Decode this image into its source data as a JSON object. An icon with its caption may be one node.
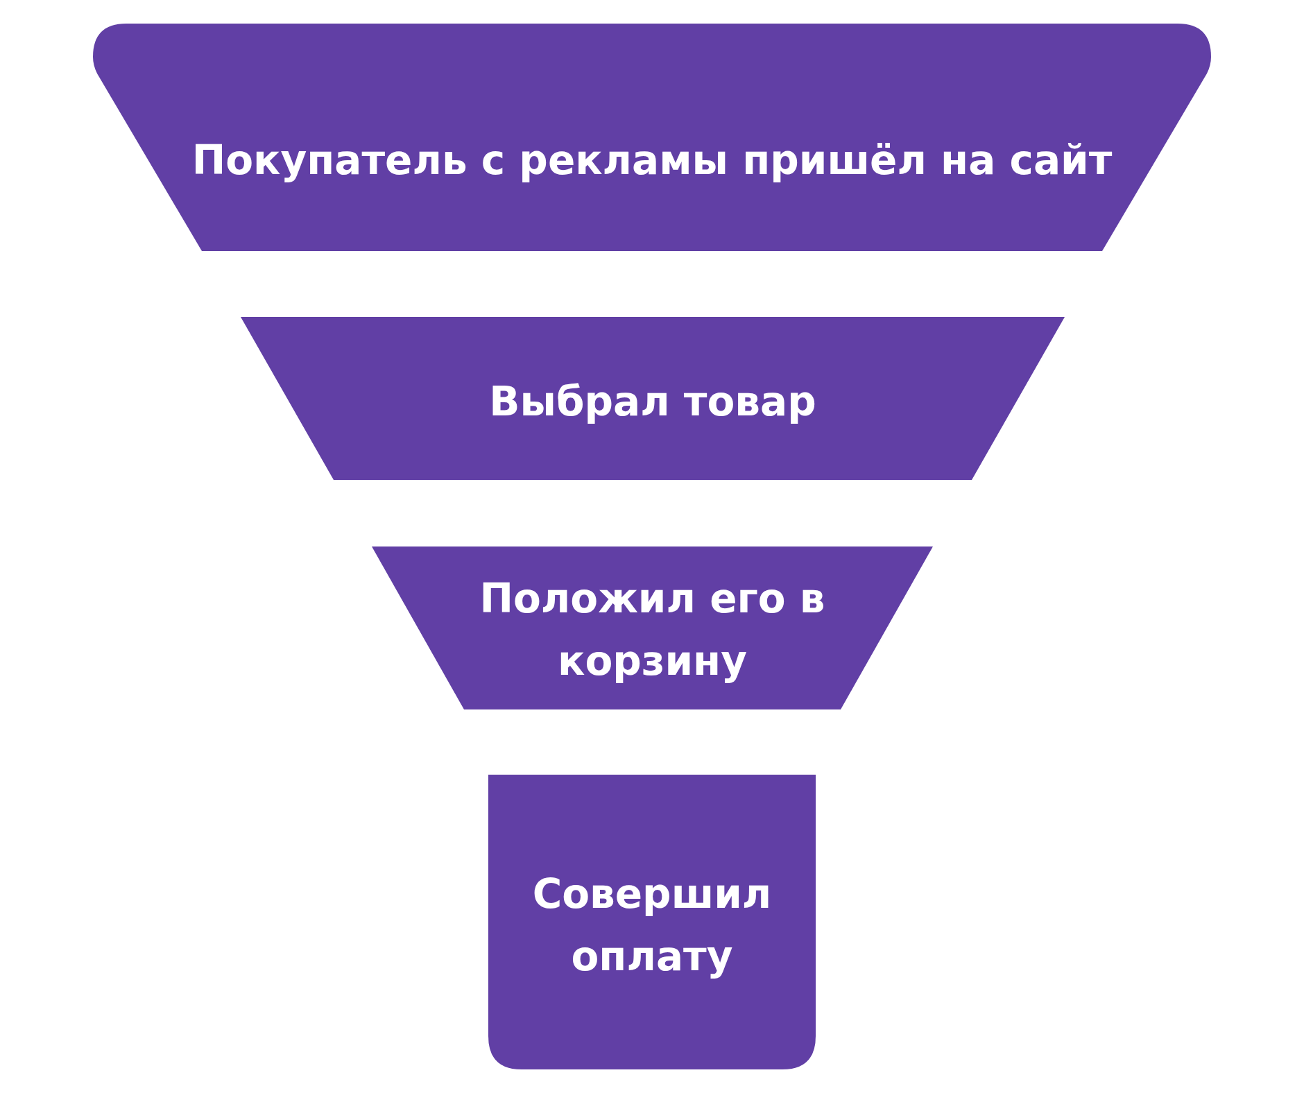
{
  "diagram": {
    "nodes": [
      {
        "text": [
          "Покупатель с рекламы пришёл на сайт"
        ]
      },
      {
        "text": [
          "Выбрал товар"
        ]
      },
      {
        "text": [
          "Положил его в корзину"
        ]
      },
      {
        "text": [
          "Совершил оплату"
        ]
      }
    ]
  }
}
